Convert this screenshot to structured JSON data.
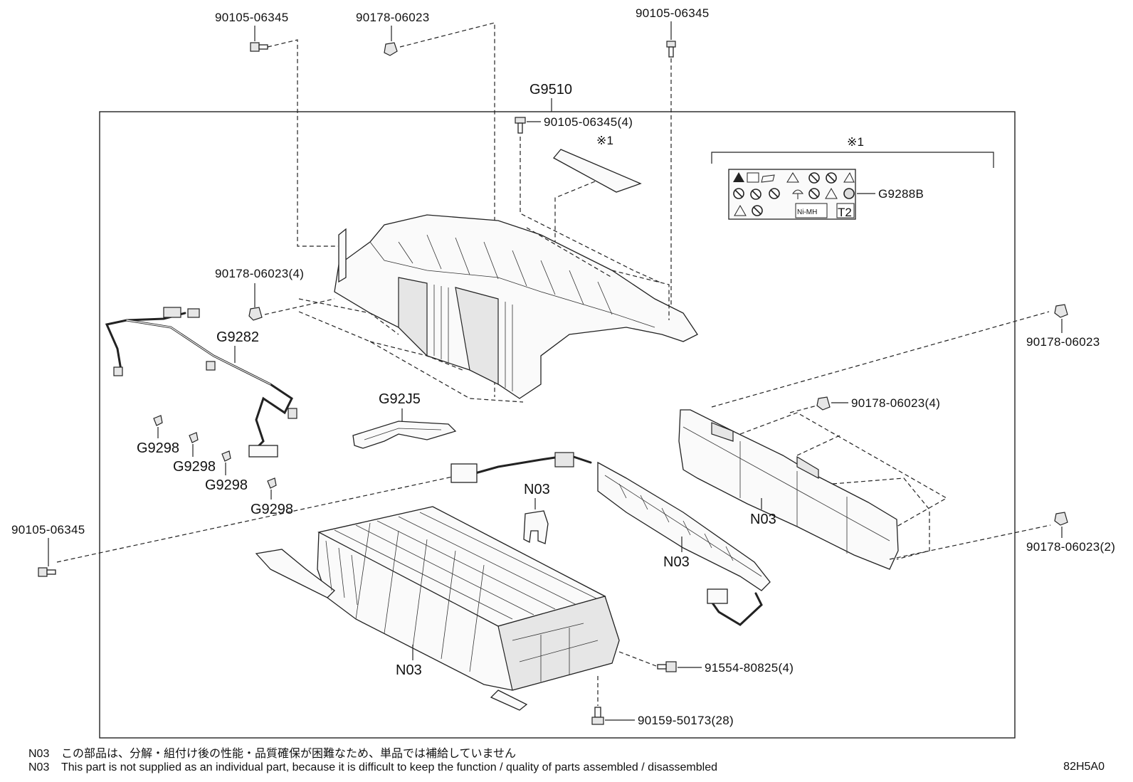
{
  "diagram_id": "82H5A0",
  "group_label": "G9510",
  "labels": {
    "top_left_bolt": "90105-06345",
    "top_mid_nut": "90178-06023",
    "top_right_bolt": "90105-06345",
    "inner_bolt": "90105-06345(4)",
    "cover_nut": "90178-06023(4)",
    "wire_harness": "G9282",
    "clamp_a": "G9298",
    "clamp_b": "G9298",
    "clamp_c": "G9298",
    "clamp_d": "G9298",
    "bracket": "G92J5",
    "left_bolt": "90105-06345",
    "right_nut_top": "90178-06023",
    "right_nut_mid": "90178-06023(4)",
    "right_nut_low": "90178-06023(2)",
    "bus_frame": "N03",
    "bus_bar": "N03",
    "connector": "N03",
    "battery_stack": "N03",
    "bolt_side": "91554-80825(4)",
    "bolt_bottom": "90159-50173(28)",
    "caution_label": "G9288B",
    "note_mark_1": "※1",
    "note_mark_2": "※1"
  },
  "label_sheet": {
    "nimh": "Ni-MH",
    "t2": "T2"
  },
  "footnotes": [
    {
      "code": "N03",
      "text": "この部品は、分解・組付け後の性能・品質確保が困難なため、単品では補給していません"
    },
    {
      "code": "N03",
      "text": "This part is not supplied as an individual part, because it is difficult to keep the function / quality of parts  assembled / disassembled"
    }
  ]
}
